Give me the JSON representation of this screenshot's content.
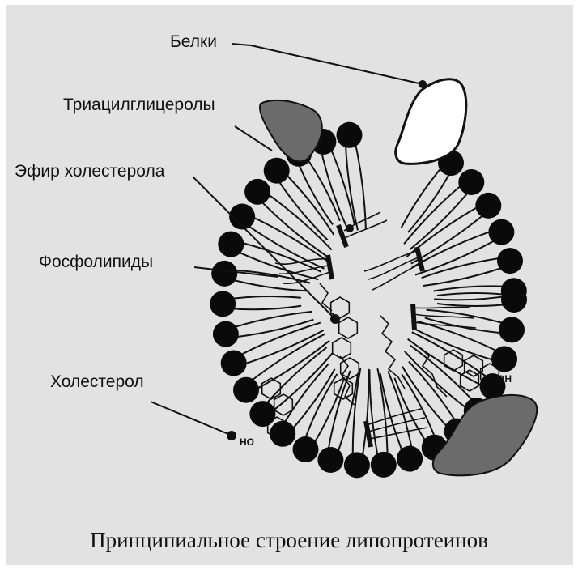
{
  "labels": {
    "proteins": "Белки",
    "triacylglycerols": "Триацилглицеролы",
    "cholesterol_ester": "Эфир холестерола",
    "phospholipids": "Фосфолипиды",
    "cholesterol": "Холестерол"
  },
  "groups": {
    "oh": "OH",
    "ho": "HO"
  },
  "caption": "Принципиальное строение липопротеинов",
  "colors": {
    "background": "#e2e2e2",
    "phospholipid_head": "#0a0a0a",
    "protein_dark": "#6b6b6b",
    "protein_light": "#ffffff"
  }
}
